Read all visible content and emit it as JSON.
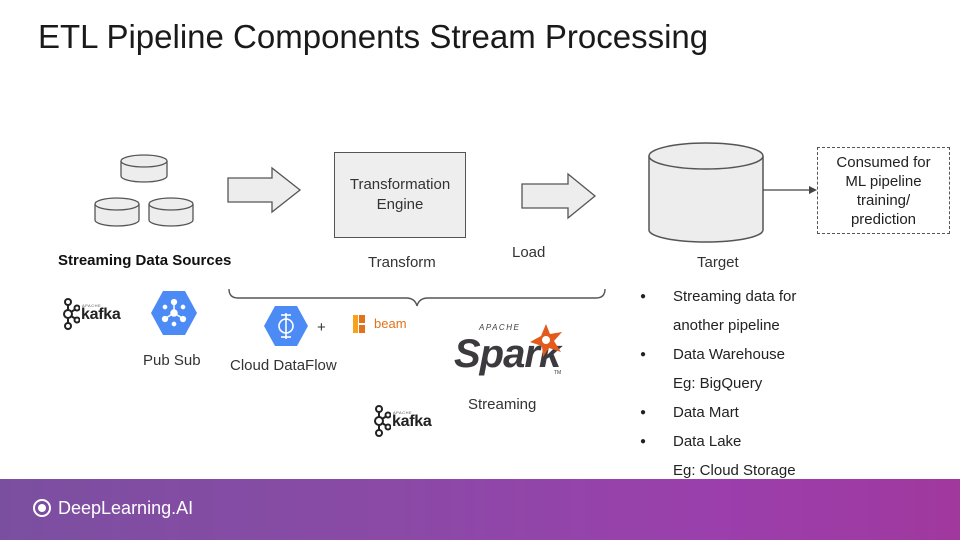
{
  "title": "ETL Pipeline Components Stream Processing",
  "sources": {
    "label": "Streaming Data Sources",
    "kafka": {
      "apache": "APACHE",
      "name": "kafka"
    },
    "pubsub_label": "Pub Sub"
  },
  "transform": {
    "engine_text": "Transformation Engine",
    "label": "Transform",
    "dataflow_label": "Cloud DataFlow",
    "plus": "+",
    "beam": "beam",
    "spark": {
      "apache": "APACHE",
      "name": "Spark",
      "tm": "TM"
    },
    "streaming_label": "Streaming",
    "kafka": {
      "apache": "APACHE",
      "name": "kafka"
    }
  },
  "load_label": "Load",
  "target": {
    "label": "Target",
    "consumer_text": "Consumed for\nML pipeline\ntraining/\nprediction",
    "list": [
      {
        "text": "Streaming data for",
        "bullet": true
      },
      {
        "text": "another pipeline",
        "bullet": false
      },
      {
        "text": "Data Warehouse",
        "bullet": true
      },
      {
        "text": "Eg: BigQuery",
        "bullet": false
      },
      {
        "text": "Data Mart",
        "bullet": true
      },
      {
        "text": "Data Lake",
        "bullet": true
      },
      {
        "text": "Eg: Cloud Storage",
        "bullet": false
      }
    ]
  },
  "footer": {
    "brand": "DeepLearning.AI"
  },
  "colors": {
    "gcp_blue": "#4c8bf5",
    "beam_orange": "#e2731c",
    "spark_orange": "#e25a1c",
    "footer_purple": "#8a4aa6"
  }
}
